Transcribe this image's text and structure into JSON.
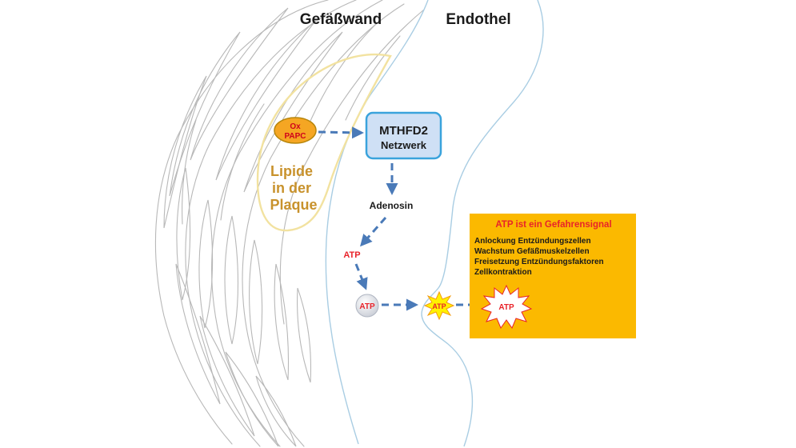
{
  "headings": {
    "vessel_wall": "Gefäßwand",
    "endothelium": "Endothel"
  },
  "nodes": {
    "oxpapc_line1": "Ox",
    "oxpapc_line2": "PAPC",
    "mthfd2_line1": "MTHFD2",
    "mthfd2_line2": "Netzwerk",
    "plaque_line1": "Lipide",
    "plaque_line2": "in der",
    "plaque_line3": "Plaque",
    "adenosin": "Adenosin",
    "atp_free": "ATP",
    "atp_circle": "ATP",
    "atp_membrane": "ATP",
    "atp_release": "ATP"
  },
  "danger_box": {
    "title": "ATP ist ein Gefahrensignal",
    "items": [
      "Anlockung  Entzündungszellen",
      "Wachstum Gefäßmuskelzellen",
      "Freisetzung  Entzündungsfaktoren",
      "Zellkontraktion"
    ]
  },
  "colors": {
    "arrow": "#4a7ab8",
    "atp_red": "#e8232a",
    "box_fill": "#fbb900",
    "mthfd2_fill": "#cfe0f5",
    "mthfd2_stroke": "#3aa3dc",
    "oxpapc_fill": "#f5a623",
    "oxpapc_stroke": "#b8860b",
    "oxpapc_text": "#d0021b",
    "plaque_stroke": "#f2e2a0",
    "plaque_text": "#c8922c",
    "fiber_stroke": "#b8b8b8",
    "endothel_stroke": "#a9cde3",
    "star_fill": "#fff200"
  },
  "icons": {
    "membrane_star": "burst-star-icon",
    "release_star": "burst-star-icon"
  }
}
